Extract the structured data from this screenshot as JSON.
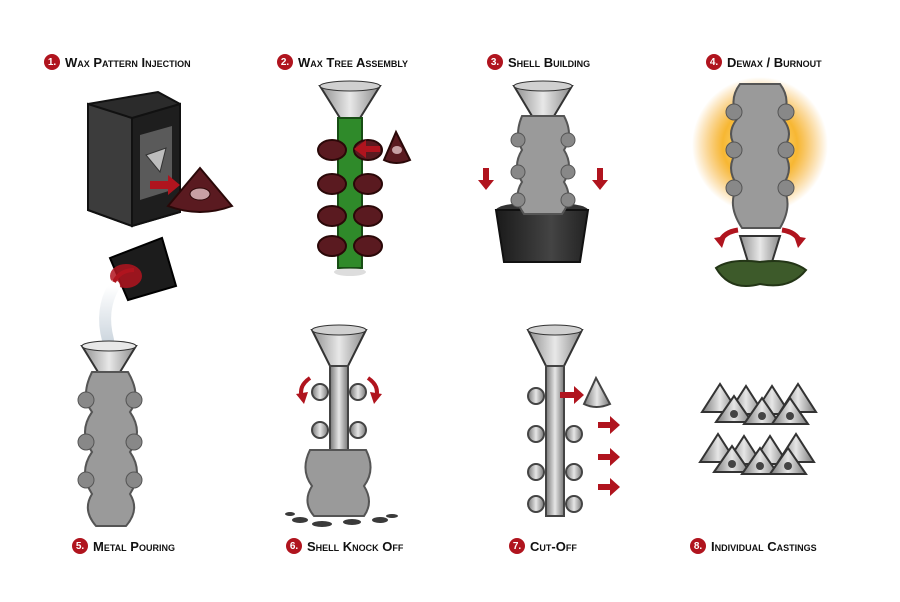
{
  "steps": [
    {
      "number": "1.",
      "label": "Wax Pattern Injection"
    },
    {
      "number": "2.",
      "label": "Wax Tree Assembly"
    },
    {
      "number": "3.",
      "label": "Shell Building"
    },
    {
      "number": "4.",
      "label": "Dewax / Burnout"
    },
    {
      "number": "5.",
      "label": "Metal Pouring"
    },
    {
      "number": "6.",
      "label": "Shell Knock Off"
    },
    {
      "number": "7.",
      "label": "Cut-Off"
    },
    {
      "number": "8.",
      "label": "Individual Castings"
    }
  ],
  "colors": {
    "accent_red": "#b0141e",
    "wax": "#5a1a20",
    "sprue_green": "#2f8a2a",
    "shell_gray": "#9a9a9a",
    "metal_gray": "#c8c8c8",
    "heat_glow": "#f5a623",
    "slag_green": "#3d5a2a"
  }
}
